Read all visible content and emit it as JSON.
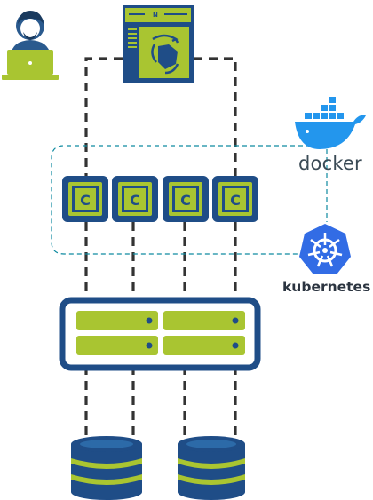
{
  "brands": {
    "docker": "docker",
    "kubernetes": "kubernetes"
  },
  "colors": {
    "navy": "#1f4d87",
    "lime": "#a9c531",
    "teal": "#0e8aa0",
    "docker_blue": "#2396ed",
    "k8s_blue": "#326ce5",
    "dash": "#333333"
  },
  "icons": {
    "user": "user-at-laptop-icon",
    "dashboard": "dashboard-window-icon",
    "container": "container-chip-icon",
    "server": "server-rack-icon",
    "database": "database-icon",
    "docker": "docker-whale-logo",
    "kubernetes": "kubernetes-helm-logo"
  },
  "containers": [
    "container-1",
    "container-2",
    "container-3",
    "container-4"
  ],
  "databases": [
    "database-1",
    "database-2"
  ]
}
